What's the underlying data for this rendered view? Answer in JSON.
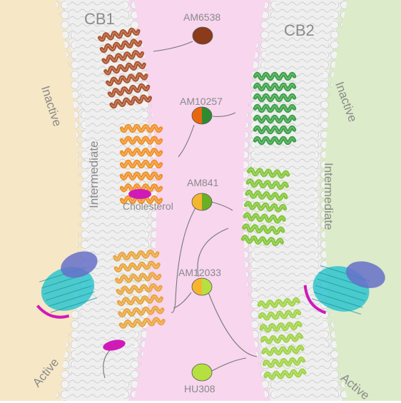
{
  "receptors": {
    "left": "CB1",
    "right": "CB2"
  },
  "ligands": {
    "am6538": {
      "label": "AM6538",
      "colors": [
        "#8b3a1a"
      ]
    },
    "am10257": {
      "label": "AM10257",
      "colors": [
        "#e8660f",
        "#2e8b2e"
      ]
    },
    "am841": {
      "label": "AM841",
      "colors": [
        "#f5b52e",
        "#6ab023"
      ]
    },
    "am12033": {
      "label": "AM12033",
      "colors": [
        "#f5b52e",
        "#b6e040"
      ]
    },
    "hu308": {
      "label": "HU308",
      "colors": [
        "#b6e040"
      ]
    }
  },
  "cb1_states": {
    "inactive": "Inactive",
    "intermediate": "Intermediate",
    "active": "Active"
  },
  "cb2_states": {
    "inactive": "Inactive",
    "intermediate": "Intermediate",
    "active": "Active"
  },
  "cholesterol": {
    "label": "Cholesterol",
    "color": "#d01ab8"
  },
  "colors": {
    "cb1_bg": "#f6e7c6",
    "center_bg": "#f7d6ee",
    "cb2_bg": "#dcebc9",
    "membrane": "#eeeeee",
    "cb1_inactive": "#a8481e",
    "cb1_intermediate": "#f08a1a",
    "cb1_active": "#e8a030",
    "cb2_inactive": "#2e9a3a",
    "cb2_intermediate": "#7cc22a",
    "cb2_active": "#9ad038",
    "g_alpha": "#2fc4cc",
    "g_beta": "#6670c8",
    "g_gamma": "#d01ab8"
  }
}
